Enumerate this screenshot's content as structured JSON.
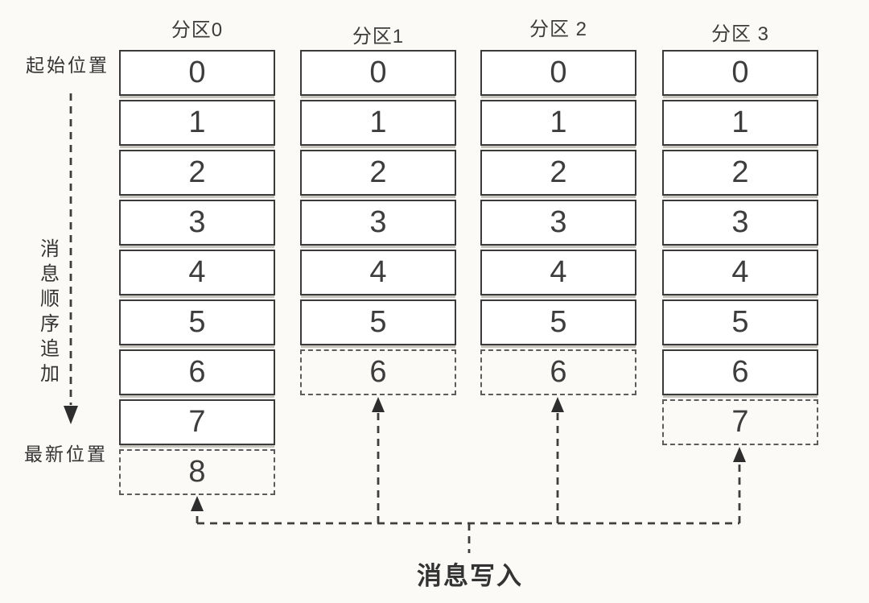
{
  "labels": {
    "start_position": "起始位置",
    "append_order": "消息顺序追加",
    "latest_position": "最新位置",
    "message_write": "消息写入"
  },
  "partitions": [
    {
      "label": "分区0",
      "cells": [
        "0",
        "1",
        "2",
        "3",
        "4",
        "5",
        "6",
        "7"
      ],
      "next_offset": "8"
    },
    {
      "label": "分区1",
      "cells": [
        "0",
        "1",
        "2",
        "3",
        "4",
        "5"
      ],
      "next_offset": "6"
    },
    {
      "label": "分区 2",
      "cells": [
        "0",
        "1",
        "2",
        "3",
        "4",
        "5"
      ],
      "next_offset": "6"
    },
    {
      "label": "分区 3",
      "cells": [
        "0",
        "1",
        "2",
        "3",
        "4",
        "5",
        "6"
      ],
      "next_offset": "7"
    }
  ],
  "colors": {
    "paper": "#fbfaf6",
    "ink": "#383838",
    "cell_fill": "#ffffff"
  }
}
